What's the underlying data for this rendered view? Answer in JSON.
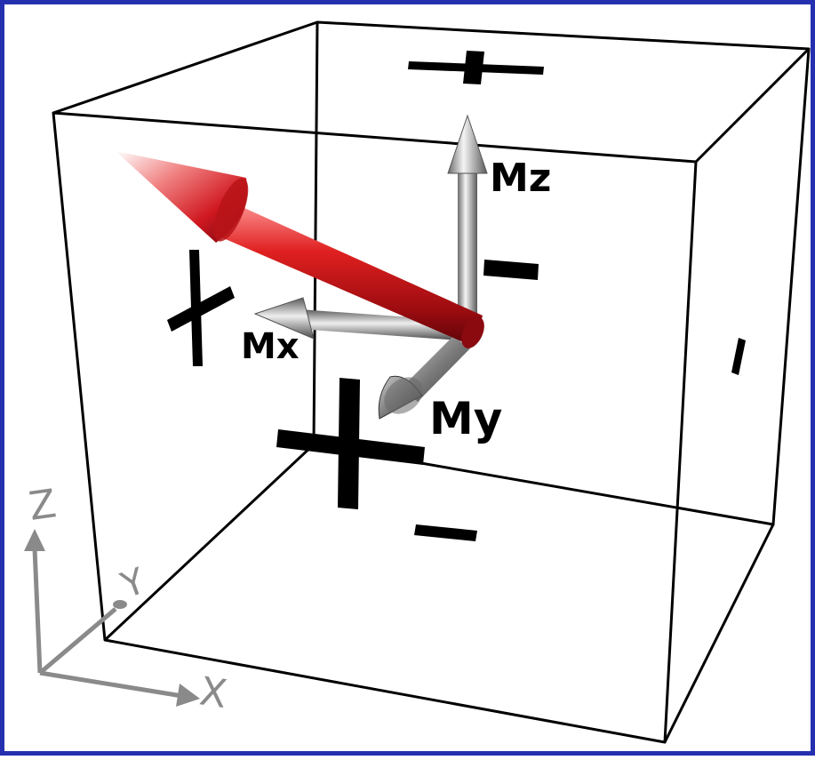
{
  "labels": {
    "mz": "Mz",
    "mx": "Mx",
    "my": "My",
    "axis_x": "X",
    "axis_y": "Y",
    "axis_z": "Z"
  },
  "colors": {
    "frame_border": "#2430b0",
    "magnetization_vector": "#c8121a",
    "component_vectors": "#8c8c8c",
    "axis_triad": "#8a8a8a",
    "cube_edges": "#000000",
    "gradient_signs": "#000000"
  }
}
